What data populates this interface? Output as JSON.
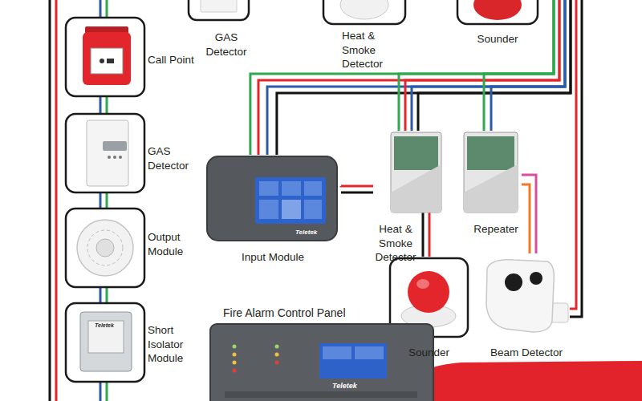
{
  "diagram": {
    "nodes": [
      {
        "text": [
          "GAS Detector"
        ]
      },
      {
        "text": [
          "Heat & Smoke Detector"
        ]
      },
      {
        "text": [
          "Sounder"
        ]
      },
      {
        "text": [
          "Call Point"
        ]
      },
      {
        "text": [
          "GAS Detector"
        ]
      },
      {
        "text": [
          "Repeater"
        ]
      },
      {
        "text": [
          "Output Module"
        ]
      },
      {
        "text": [
          "Input Module"
        ]
      },
      {
        "text": [
          "Heat & Smoke Detector"
        ]
      },
      {
        "text": [
          "Sounder"
        ]
      },
      {
        "text": [
          "Beam Detector"
        ]
      },
      {
        "text": [
          "Short Isolator Module"
        ]
      },
      {
        "text": [
          "Fire Alarm Control Panel"
        ]
      }
    ],
    "edges": [
      {
        "from": 3,
        "to": 4,
        "arrow": "none"
      },
      {
        "from": 4,
        "to": 8,
        "arrow": "none"
      },
      {
        "from": 8,
        "to": 11,
        "arrow": "none"
      },
      {
        "from": 2,
        "to": 5,
        "arrow": "none"
      },
      {
        "from": 2,
        "to": 6,
        "arrow": "none"
      },
      {
        "from": 2,
        "to": 7,
        "arrow": "none"
      },
      {
        "from": 5,
        "to": 6,
        "arrow": "none"
      },
      {
        "from": 6,
        "to": 9,
        "arrow": "none"
      },
      {
        "from": 7,
        "to": 10,
        "arrow": "none"
      },
      {
        "from": 2,
        "to": 10,
        "arrow": "none"
      }
    ],
    "labels": [
      "Teletek",
      "Teletek",
      "Teletek"
    ]
  }
}
